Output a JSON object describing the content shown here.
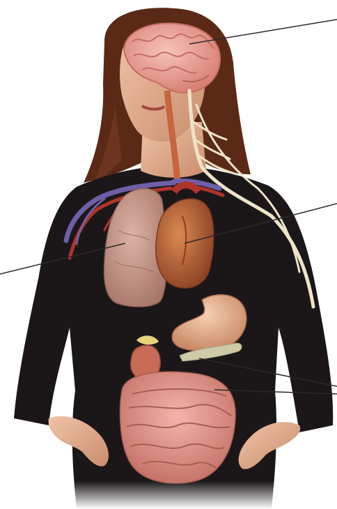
{
  "figure": {
    "description_icon": "human-body-organs-illustration",
    "colors": {
      "background": "#ffffff",
      "hair": "#5a2a16",
      "skin": "#e2a888",
      "shirt": "#1b1718",
      "brain": "#e9a39a",
      "lung": "#c79a8c",
      "heart": "#b86338",
      "vessel_red": "#b0342c",
      "vessel_blue": "#6f5fa8",
      "nerve": "#efe3c7",
      "stomach": "#e8b08f",
      "intestine": "#e0958d",
      "kidney": "#c76a56",
      "pancreas": "#cfcaa8",
      "label_line": "#2b2b2b"
    },
    "label_lines": [
      {
        "name": "brain-pointer-line"
      },
      {
        "name": "heart-pointer-line"
      },
      {
        "name": "lung-pointer-line"
      },
      {
        "name": "pancreas-pointer-line"
      },
      {
        "name": "intestine-pointer-line"
      }
    ]
  }
}
